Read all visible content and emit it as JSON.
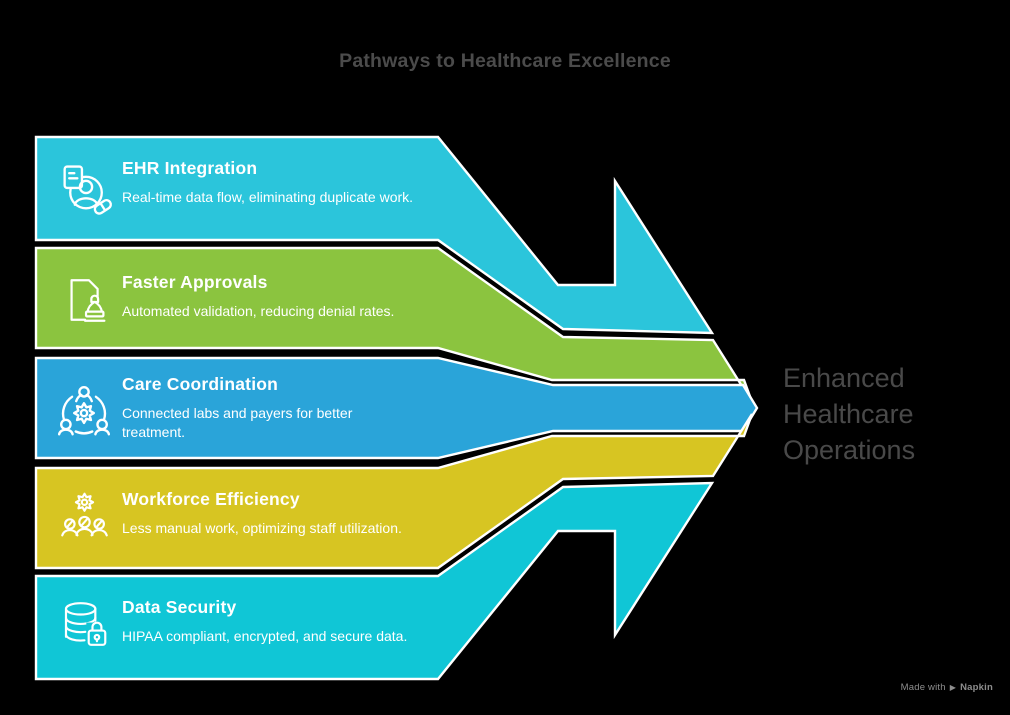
{
  "title": "Pathways to Healthcare Excellence",
  "colors": {
    "background": "#000000",
    "band_stroke": "#FFFFFF",
    "band_text": "#FFFFFF",
    "title_text": "#4B4B4B",
    "outcome_text": "#494949",
    "watermark_text": "#8D8D8D"
  },
  "bands": [
    {
      "label": "EHR Integration",
      "description": "Real-time data flow, eliminating duplicate work.",
      "color": "#2BC5DB",
      "icon": "patient-record-icon"
    },
    {
      "label": "Faster Approvals",
      "description": "Automated validation, reducing denial rates.",
      "color": "#8BC43F",
      "icon": "approval-stamp-icon"
    },
    {
      "label": "Care Coordination",
      "description": "Connected labs and payers for better treatment.",
      "color": "#2AA4D9",
      "icon": "care-team-gear-icon"
    },
    {
      "label": "Workforce Efficiency",
      "description": "Less manual work, optimizing staff utilization.",
      "color": "#D7C522",
      "icon": "workforce-gear-icon"
    },
    {
      "label": "Data Security",
      "description": "HIPAA compliant, encrypted, and secure data.",
      "color": "#10C6D6",
      "icon": "database-lock-icon"
    }
  ],
  "outcome": {
    "label": "Enhanced Healthcare Operations"
  },
  "watermark": {
    "prefix": "Made with",
    "logo": "▶",
    "brand": "Napkin"
  }
}
